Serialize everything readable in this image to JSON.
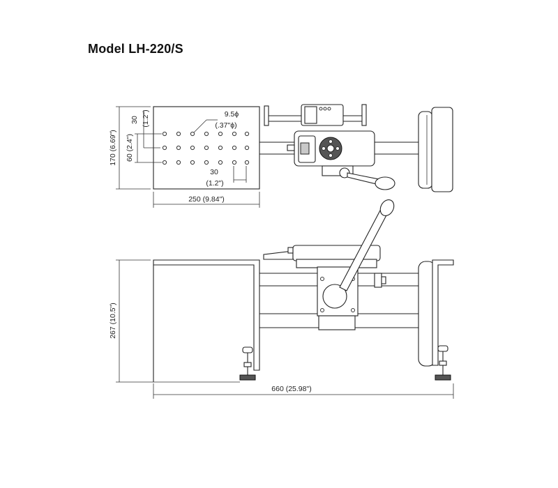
{
  "title": "Model LH-220/S",
  "dimensions": {
    "hole_dia_mm": "9.5ϕ",
    "hole_dia_in": "(.37\"ϕ)",
    "hole_pitch_mm": "30",
    "hole_pitch_in": "(1.2\")",
    "pitch_v_mm": "30",
    "pitch_v_in": "(1.2\")",
    "row_span": "60 (2.4\")",
    "plate_depth": "170 (6.69\")",
    "plate_width": "250 (9.84\")",
    "height": "267 (10.5\")",
    "length": "660 (25.98\")"
  }
}
